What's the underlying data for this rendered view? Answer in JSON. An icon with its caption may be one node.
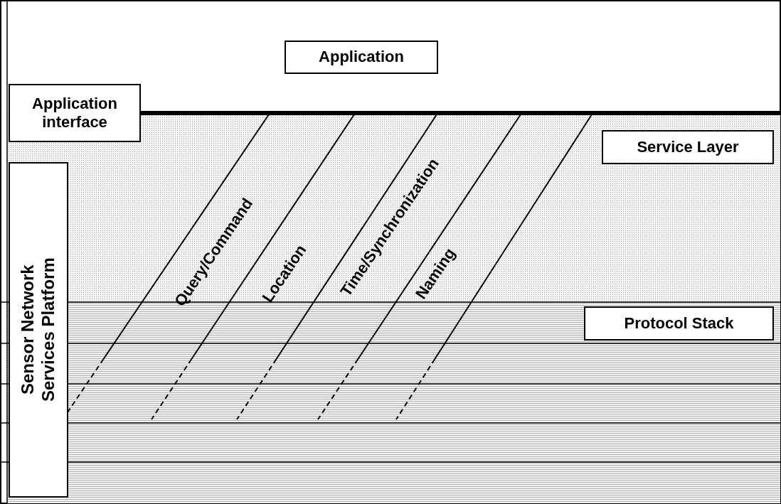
{
  "diagram": {
    "nodes": [
      {
        "text": [
          "Application"
        ]
      },
      {
        "text": [
          "Application interface"
        ]
      },
      {
        "text": [
          "Service Layer"
        ]
      },
      {
        "text": [
          "Protocol Stack"
        ]
      },
      {
        "text": [
          "Sensor Network Services Platform"
        ]
      }
    ],
    "labels": [
      "Query/Command",
      "Location",
      "Time/Synchronization",
      "Naming"
    ]
  }
}
